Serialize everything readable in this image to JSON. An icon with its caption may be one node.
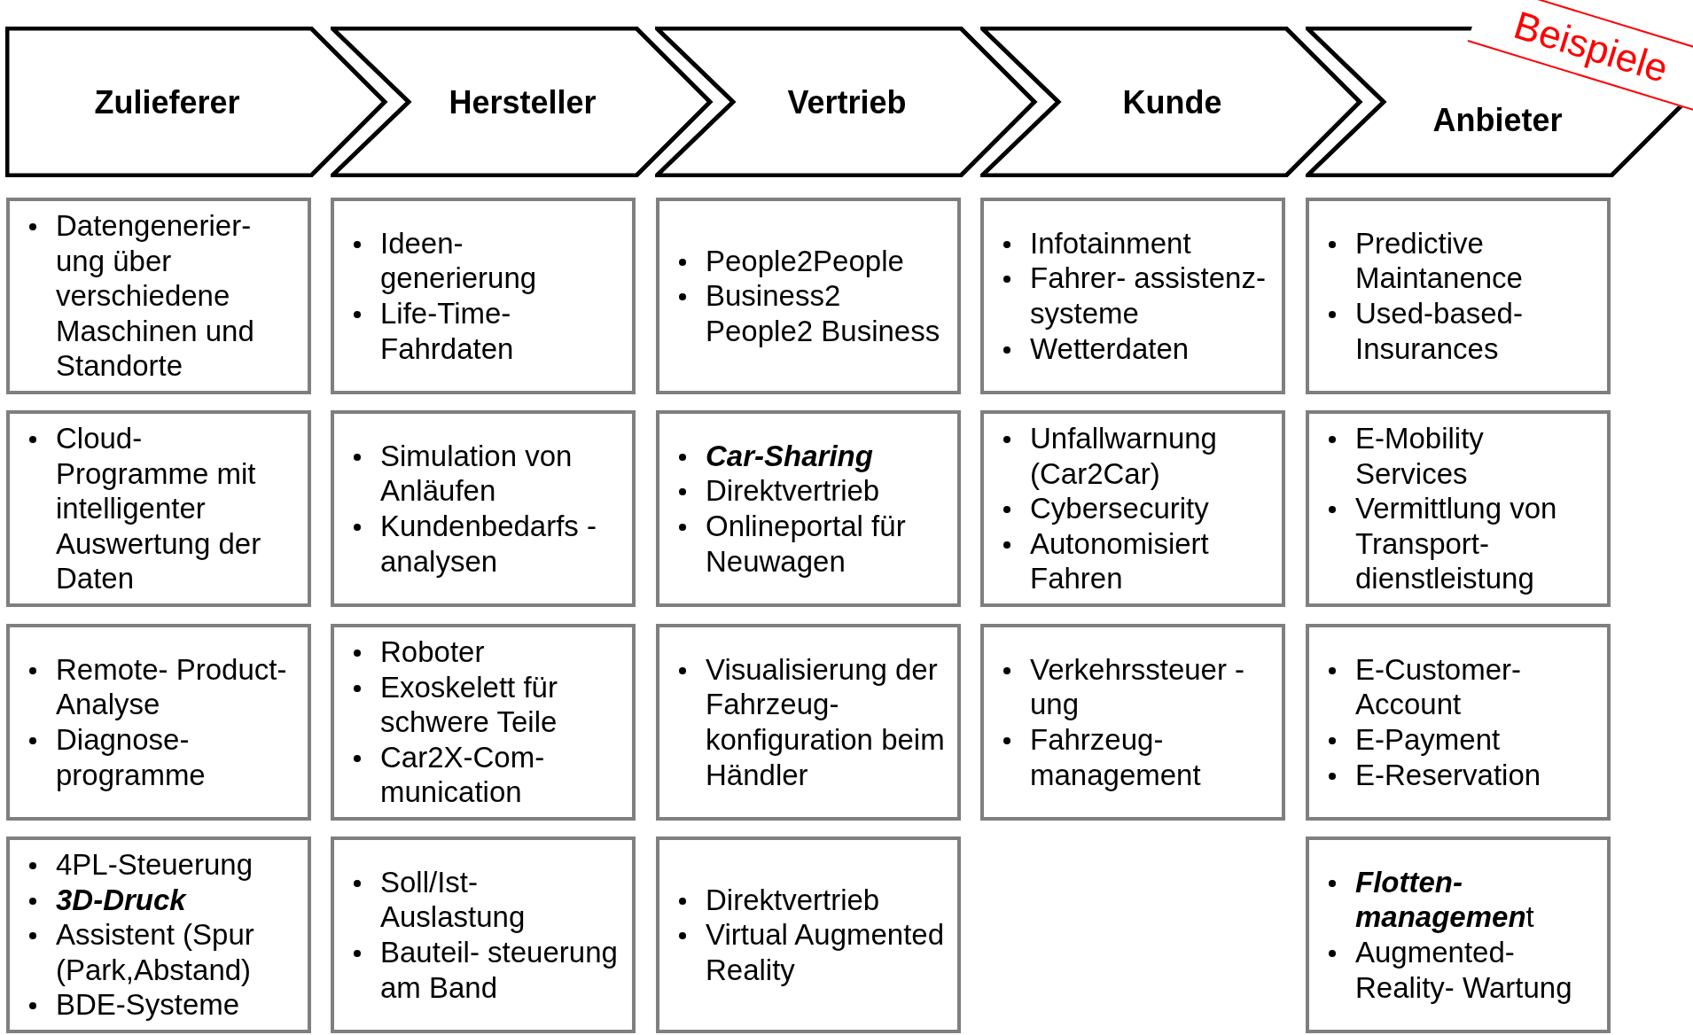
{
  "diagram": {
    "nodes": [
      {
        "text": [
          "Zulieferer"
        ]
      },
      {
        "text": [
          "Hersteller"
        ]
      },
      {
        "text": [
          "Vertrieb"
        ]
      },
      {
        "text": [
          "Kunde"
        ]
      },
      {
        "text": [
          "Anbieter"
        ]
      },
      {
        "text": [
          "Datengenerier- ung über verschiedene Maschinen und Standorte"
        ]
      },
      {
        "text": [
          "Ideen- generierung",
          "Life-Time- Fahrdaten"
        ]
      },
      {
        "text": [
          "People2People",
          "Business2 People2 Business"
        ]
      },
      {
        "text": [
          "Infotainment",
          "Fahrer- assistenz- systeme",
          "Wetterdaten"
        ]
      },
      {
        "text": [
          "Predictive Maintanence",
          "Used-based- Insurances"
        ]
      },
      {
        "text": [
          "Cloud- Programme mit intelligenter Auswertung der Daten"
        ]
      },
      {
        "text": [
          "Simulation von Anläufen",
          "Kundenbedarfs -analysen"
        ]
      },
      {
        "text": [
          "**Car-Sharing**",
          "Direktvertrieb",
          "Onlineportal für Neuwagen"
        ]
      },
      {
        "text": [
          "Unfallwarnung (Car2Car)",
          "Cybersecurity",
          "Autonomisiert Fahren"
        ]
      },
      {
        "text": [
          "E-Mobility Services",
          "Vermittlung von Transport- dienstleistung"
        ]
      },
      {
        "text": [
          "Remote- Product- Analyse",
          "Diagnose- programme"
        ]
      },
      {
        "text": [
          "Roboter",
          "Exoskelett für schwere Teile",
          "Car2X-Com- munication"
        ]
      },
      {
        "text": [
          "Visualisierung der Fahrzeug- konfiguration beim Händler"
        ]
      },
      {
        "text": [
          "Verkehrssteuer -ung",
          "Fahrzeug- management"
        ]
      },
      {
        "text": [
          "E-Customer- Account",
          "E-Payment",
          "E-Reservation"
        ]
      },
      {
        "text": [
          "4PL-Steuerung",
          "**3D-Druck**",
          "Assistent (Spur (Park,Abstand)",
          "BDE-Systeme"
        ]
      },
      {
        "text": [
          "Soll/Ist- Auslastung",
          "Bauteil- steuerung am Band"
        ]
      },
      {
        "text": [
          "Direktvertrieb",
          "Virtual Augmented Reality"
        ]
      },
      {
        "text": [
          "**Flotten- managemen**t",
          "Augmented- Reality- Wartung"
        ]
      }
    ],
    "edges": [],
    "labels": [
      "Beispiele"
    ]
  }
}
